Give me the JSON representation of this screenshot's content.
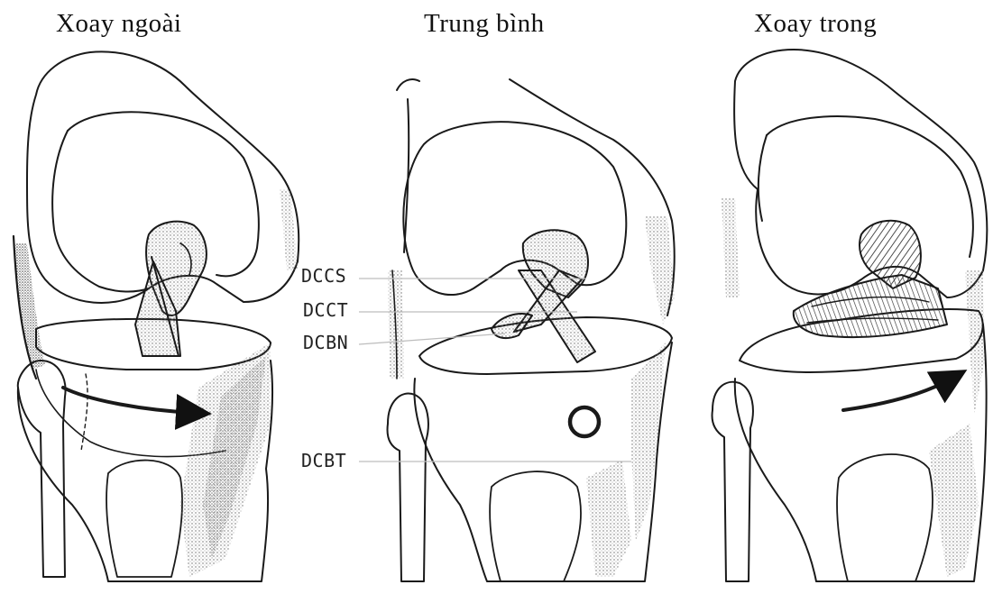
{
  "titles": {
    "left": "Xoay ngoài",
    "middle": "Trung bình",
    "right": "Xoay trong"
  },
  "labels": {
    "dccs": "DCCS",
    "dcct": "DCCT",
    "dcbn": "DCBN",
    "dcbt": "DCBT"
  },
  "colors": {
    "ink": "#1a1a1a",
    "stipple": "#8a8a8a",
    "background": "#ffffff"
  }
}
